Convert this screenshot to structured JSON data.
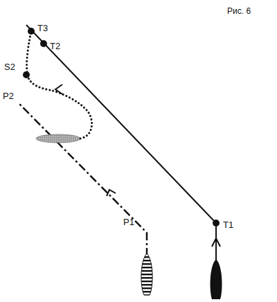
{
  "diagram": {
    "labels": [
      "Рис. 6",
      "T3",
      "T2",
      "S2",
      "P2",
      "P1",
      "T1"
    ]
  }
}
